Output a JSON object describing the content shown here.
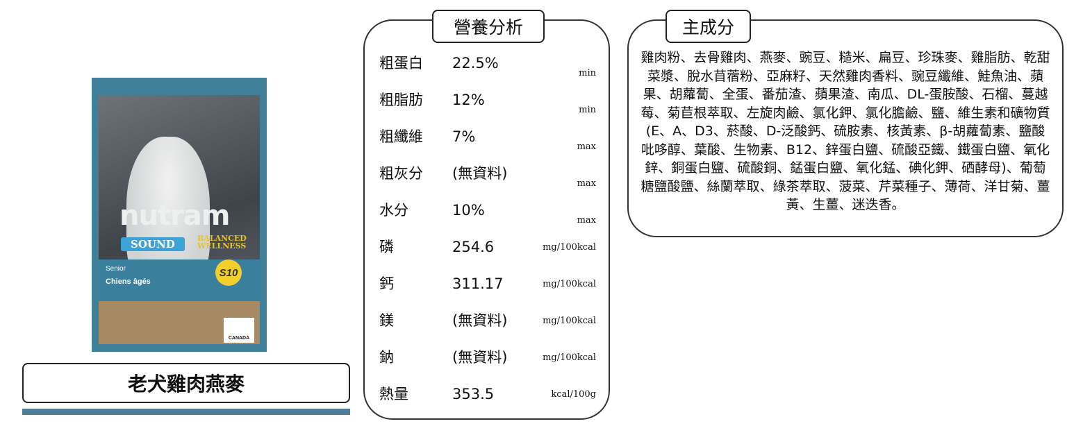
{
  "product": {
    "name": "老犬雞肉燕麥",
    "package": {
      "brand": "nutram",
      "line": "SOUND",
      "tagline": "BALANCED WELLNESS",
      "code": "S10",
      "life_stage": "Senior",
      "life_stage_fr": "Chiens âgés",
      "origin": "CANADA"
    }
  },
  "nutrition": {
    "title": "營養分析",
    "rows": [
      {
        "label": "粗蛋白",
        "value": "22.5%",
        "unit": "min"
      },
      {
        "label": "粗脂肪",
        "value": "12%",
        "unit": "min"
      },
      {
        "label": "粗纖維",
        "value": "7%",
        "unit": "max"
      },
      {
        "label": "粗灰分",
        "value": "(無資料)",
        "unit": "max"
      },
      {
        "label": "水分",
        "value": "10%",
        "unit": "max"
      },
      {
        "label": "磷",
        "value": "254.6",
        "unit": "mg/100kcal"
      },
      {
        "label": "鈣",
        "value": "311.17",
        "unit": "mg/100kcal"
      },
      {
        "label": "鎂",
        "value": "(無資料)",
        "unit": "mg/100kcal"
      },
      {
        "label": "鈉",
        "value": "(無資料)",
        "unit": "mg/100kcal"
      },
      {
        "label": "熱量",
        "value": "353.5",
        "unit": "kcal/100g"
      }
    ]
  },
  "ingredients": {
    "title": "主成分",
    "text": "雞肉粉、去骨雞肉、燕麥、豌豆、糙米、扁豆、珍珠麥、雞脂肪、乾甜菜漿、脫水苜蓿粉、亞麻籽、天然雞肉香料、豌豆纖維、鮭魚油、蘋果、胡蘿蔔、全蛋、番茄渣、蘋果渣、南瓜、DL-蛋胺酸、石榴、蔓越莓、菊苣根萃取、左旋肉鹼、氯化鉀、氯化膽鹼、鹽、維生素和礦物質(E、A、D3、菸酸、D-泛酸鈣、硫胺素、核黃素、β-胡蘿蔔素、鹽酸吡哆醇、葉酸、生物素、B12、鋅蛋白鹽、硫酸亞鐵、鐵蛋白鹽、氧化鋅、銅蛋白鹽、硫酸銅、錳蛋白鹽、氧化錳、碘化鉀、硒酵母)、葡萄糖鹽酸鹽、絲蘭萃取、綠茶萃取、菠菜、芹菜種子、薄荷、洋甘菊、薑黃、生薑、迷迭香。"
  },
  "colors": {
    "accent_bar": "#4a7f99"
  }
}
